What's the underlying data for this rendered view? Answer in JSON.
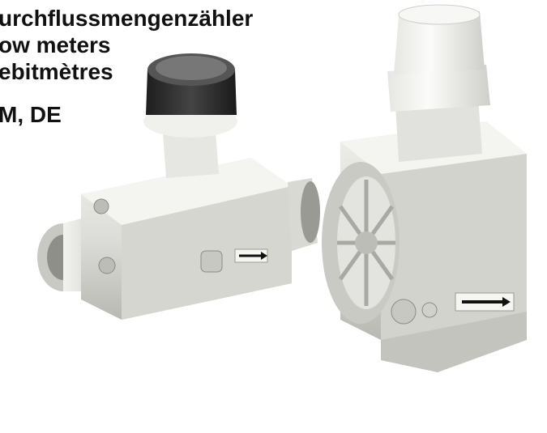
{
  "heading": {
    "line_de": "urchflussmengenzähler",
    "line_en": "ow meters",
    "line_fr": "ebitmètres",
    "models": "M, DE"
  },
  "photo": {
    "subject": "two flow meters",
    "colors": {
      "body": "#dcdcd8",
      "cap_dark": "#2b2b2b",
      "cap_light": "#f4f4f2",
      "shadow": "#c8c8c4"
    }
  }
}
